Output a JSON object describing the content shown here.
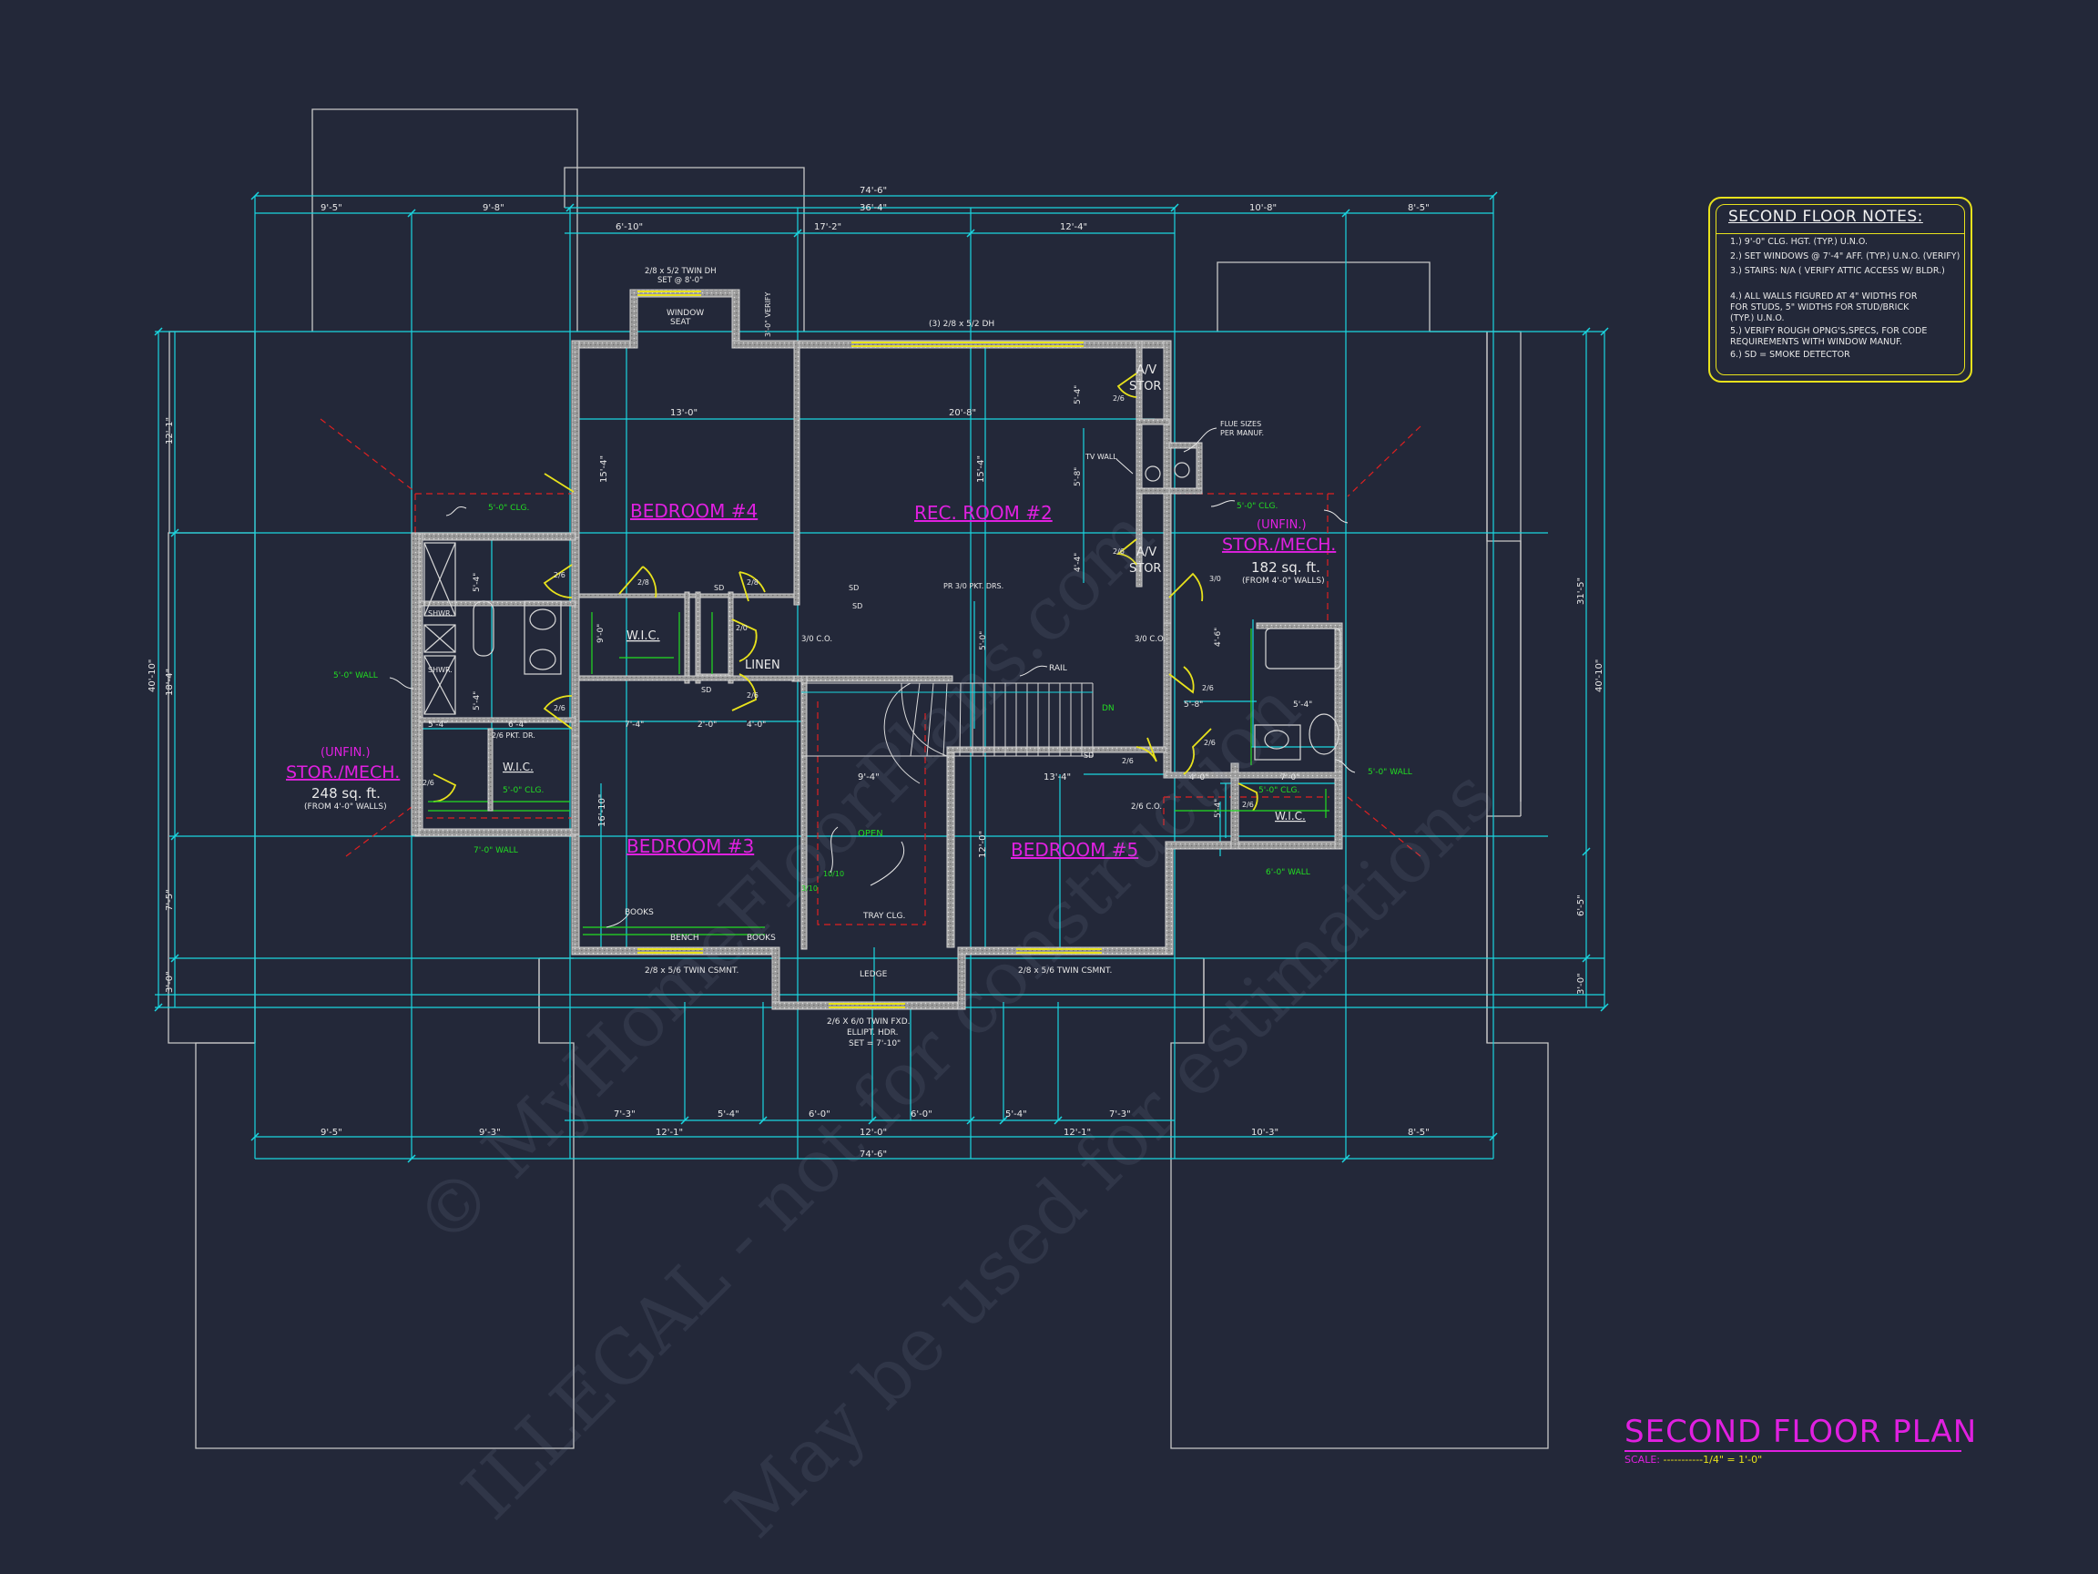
{
  "colors": {
    "background": "#232839",
    "dimension": "#1ad6e0",
    "wall": "#b5b5b5",
    "room_label": "#e020e0",
    "door": "#e8e21c",
    "note_green": "#22dd22",
    "text": "#e8e8e8",
    "outline": "#c8c8c8",
    "hidden": "#e02020"
  },
  "title": {
    "main": "SECOND FLOOR PLAN",
    "scale_label": "SCALE:",
    "scale_value": "-----------1/4\" = 1'-0\""
  },
  "notes": {
    "title": "SECOND FLOOR NOTES:",
    "lines": [
      "1.) 9'-0\"  CLG. HGT. (TYP.) U.N.O.",
      "2.) SET WINDOWS @ 7'-4\" AFF. (TYP.) U.N.O. (VERIFY)",
      "3.) STAIRS: N/A ( VERIFY ATTIC ACCESS W/ BLDR.)",
      "4.) ALL WALLS FIGURED AT 4\" WIDTHS FOR",
      "    FOR STUDS, 5\" WIDTHS FOR STUD/BRICK",
      "    (TYP.) U.N.O.",
      "5.) VERIFY ROUGH OPNG'S,SPECS, FOR CODE",
      "    REQUIREMENTS WITH WINDOW MANUF.",
      "6.) SD = SMOKE DETECTOR"
    ]
  },
  "rooms": {
    "bedroom4": "BEDROOM #4",
    "rec_room": "REC. ROOM #2",
    "bedroom3": "BEDROOM #3",
    "bedroom5": "BEDROOM #5",
    "av_stor": "A/V",
    "stor": "STOR",
    "wic": "W.I.C.",
    "linen": "LINEN",
    "shwr": "SHWR.",
    "unfin": "(UNFIN.)",
    "stor_mech": "STOR./MECH.",
    "left_area": "248 sq. ft.",
    "left_area_note": "(FROM 4'-0\" WALLS)",
    "right_area": "182 sq. ft.",
    "right_area_note": "(FROM 4'-0\" WALLS)",
    "open": "OPEN",
    "tray": "TRAY CLG.",
    "window_seat": "WINDOW",
    "window_seat2": "SEAT",
    "books": "BOOKS",
    "bench": "BENCH",
    "ledge": "LEDGE",
    "rail": "RAIL",
    "tv_wall": "TV WALL",
    "flue1": "FLUE SIZES",
    "flue2": "PER MANUF.",
    "dn": "DN",
    "sd": "SD"
  },
  "overall_dims": {
    "top_total": "74'-6\"",
    "top_sub": "36'-4\"",
    "top_row": [
      "9'-5\"",
      "9'-8\"",
      "10'-8\"",
      "8'-5\""
    ],
    "top_inner": [
      "6'-10\"",
      "17'-2\"",
      "12'-4\""
    ],
    "bottom_total": "74'-6\"",
    "bottom_row": [
      "9'-5\"",
      "9'-3\"",
      "12'-1\"",
      "12'-0\"",
      "12'-1\"",
      "10'-3\"",
      "8'-5\""
    ],
    "bottom_inner": [
      "7'-3\"",
      "5'-4\"",
      "6'-0\"",
      "6'-0\"",
      "5'-4\"",
      "7'-3\""
    ],
    "left_total": "40'-10\"",
    "left_row": [
      "12'-1\"",
      "18'-4\"",
      "7'-5\"",
      "3'-0\""
    ],
    "right_total": "40'-10\"",
    "right_row": [
      "31'-5\"",
      "6'-5\"",
      "3'-0\""
    ]
  },
  "room_dims": {
    "b4_w": "13'-0\"",
    "rec_w": "20'-8\"",
    "b4_h": "15'-4\"",
    "rec_h": "15'-4\"",
    "av_h": "5'-4\"",
    "tv_h": "5'-8\"",
    "av2_h": "4'-4\"",
    "hall_h": "5'-0\"",
    "b3_h": "16'-10\"",
    "b5_h": "12'-0\"",
    "b5_w": "13'-4\"",
    "open_w": "9'-4\"",
    "wic_d1": "7'-4\"",
    "wic_d2": "2'-0\"",
    "wic_d3": "4'-0\"",
    "left_d1": "6'-4\"",
    "left_d2": "5'-4\"",
    "left_d3": "5'-4\"",
    "left_d4": "5'-4\"",
    "right_d1": "5'-4\"",
    "right_d2": "5'-8\"",
    "right_d3": "7'-0\"",
    "right_d4": "4'-0\"",
    "right_d5": "4'-6\"",
    "right_d6": "5'-4\"",
    "verify": "3'-0\" VERIFY",
    "wic_d4": "9'-0\""
  },
  "callouts": {
    "win_top": "2/8 x 5/2 TWIN DH",
    "win_top2": "SET @ 8'-0\"",
    "win_rec": "(3) 2/8 x 5/2 DH",
    "pocket": "PR 3/0 PKT. DRS.",
    "pocket2": "2/6 PKT. DR.",
    "co1": "3/0 C.O.",
    "co2": "3/0 C.O.",
    "co3": "2/6 C.O.",
    "win_b3": "2/8 x 5/6 TWIN CSMNT.",
    "win_b5": "2/8 x 5/6 TWIN CSMNT.",
    "win_ledge1": "2/6 X 6/0 TWIN FXD.",
    "win_ledge2": "ELLIPT. HDR.",
    "win_ledge3": "SET = 7'-10\"",
    "clg_left": "5'-0\" CLG.",
    "clg_left2": "5'-0\" CLG.",
    "clg_right": "5'-0\" CLG.",
    "clg_right2": "5'-0\" CLG.",
    "wall_left1": "5'-0\" WALL",
    "wall_left2": "7'-0\" WALL",
    "wall_right1": "5'-0\" WALL",
    "wall_right2": "6'-0\" WALL",
    "door_26": "2/6",
    "door_28": "2/8",
    "door_30": "3/0",
    "door_20": "2/0",
    "door_1010": "10/10",
    "door_310": "3/10"
  },
  "watermark": [
    "© MyHomeFloorPlans.com",
    "ILLEGAL - not for construction",
    "May be used for estimations"
  ]
}
